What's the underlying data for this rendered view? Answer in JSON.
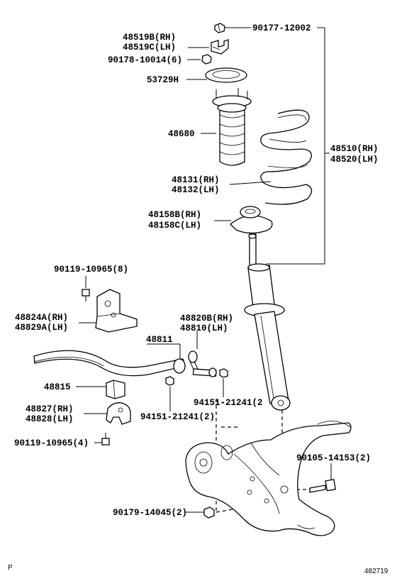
{
  "parts": {
    "p90177": "90177-12002",
    "p48519b": "48519B(RH)",
    "p48519c": "48519C(LH)",
    "p90178": "90178-10014(6)",
    "p53729": "53729H",
    "p48680": "48680",
    "p48510": "48510(RH)",
    "p48520": "48520(LH)",
    "p48131": "48131(RH)",
    "p48132": "48132(LH)",
    "p48158b": "48158B(RH)",
    "p48158c": "48158C(LH)",
    "p90119a": "90119-10965(8)",
    "p48824a": "48824A(RH)",
    "p48829a": "48829A(LH)",
    "p48820b": "48820B(RH)",
    "p48810": "48810(LH)",
    "p48811": "48811",
    "p48815": "48815",
    "p94151a": "94151-21241(2",
    "p48827": "48827(RH)",
    "p48828": "48828(LH)",
    "p94151b": "94151-21241(2)",
    "p90119b": "90119-10965(4)",
    "p90105": "90105-14153(2)",
    "p90179": "90179-14045(2)"
  },
  "footer": {
    "left": "P",
    "right": "482719"
  }
}
